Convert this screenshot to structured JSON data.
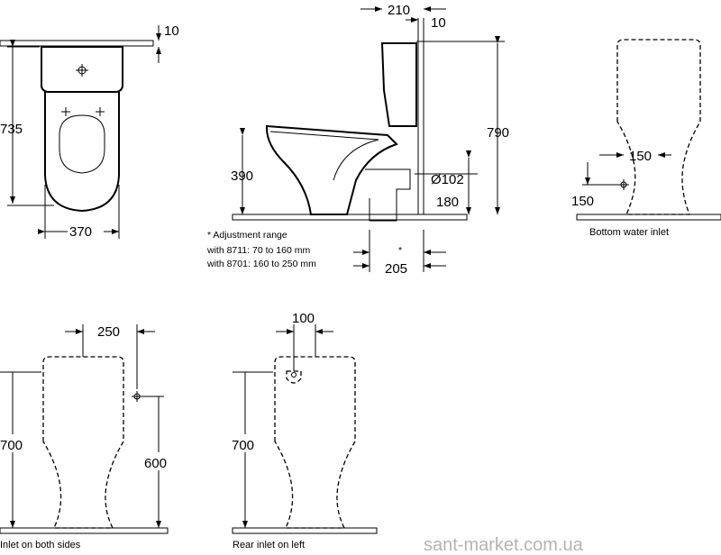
{
  "top_view": {
    "dim_offset": "10",
    "dim_length": "735",
    "dim_width": "370"
  },
  "side_view": {
    "dim_tank_depth": "210",
    "dim_wall_gap": "10",
    "dim_total_height": "790",
    "dim_seat_height": "390",
    "dim_outlet_diameter": "Ø102",
    "dim_outlet_height": "180",
    "asterisk": "*",
    "dim_outlet_distance": "205",
    "note_title": "* Adjustment range",
    "note_line1": "with 8711: 70 to 160 mm",
    "note_line2": "with 8701: 160 to 250 mm"
  },
  "front_view_bottom_inlet": {
    "dim_inlet_offset": "150",
    "dim_inlet_height": "150",
    "caption": "Bottom water inlet"
  },
  "front_view_both_sides": {
    "dim_inlet_offset": "250",
    "dim_height": "700",
    "dim_inlet_height": "600",
    "caption": "Inlet on both sides"
  },
  "front_view_rear_left": {
    "dim_inlet_offset": "100",
    "dim_height": "700",
    "caption": "Rear inlet on left"
  },
  "watermark": "sant-market.com.ua"
}
